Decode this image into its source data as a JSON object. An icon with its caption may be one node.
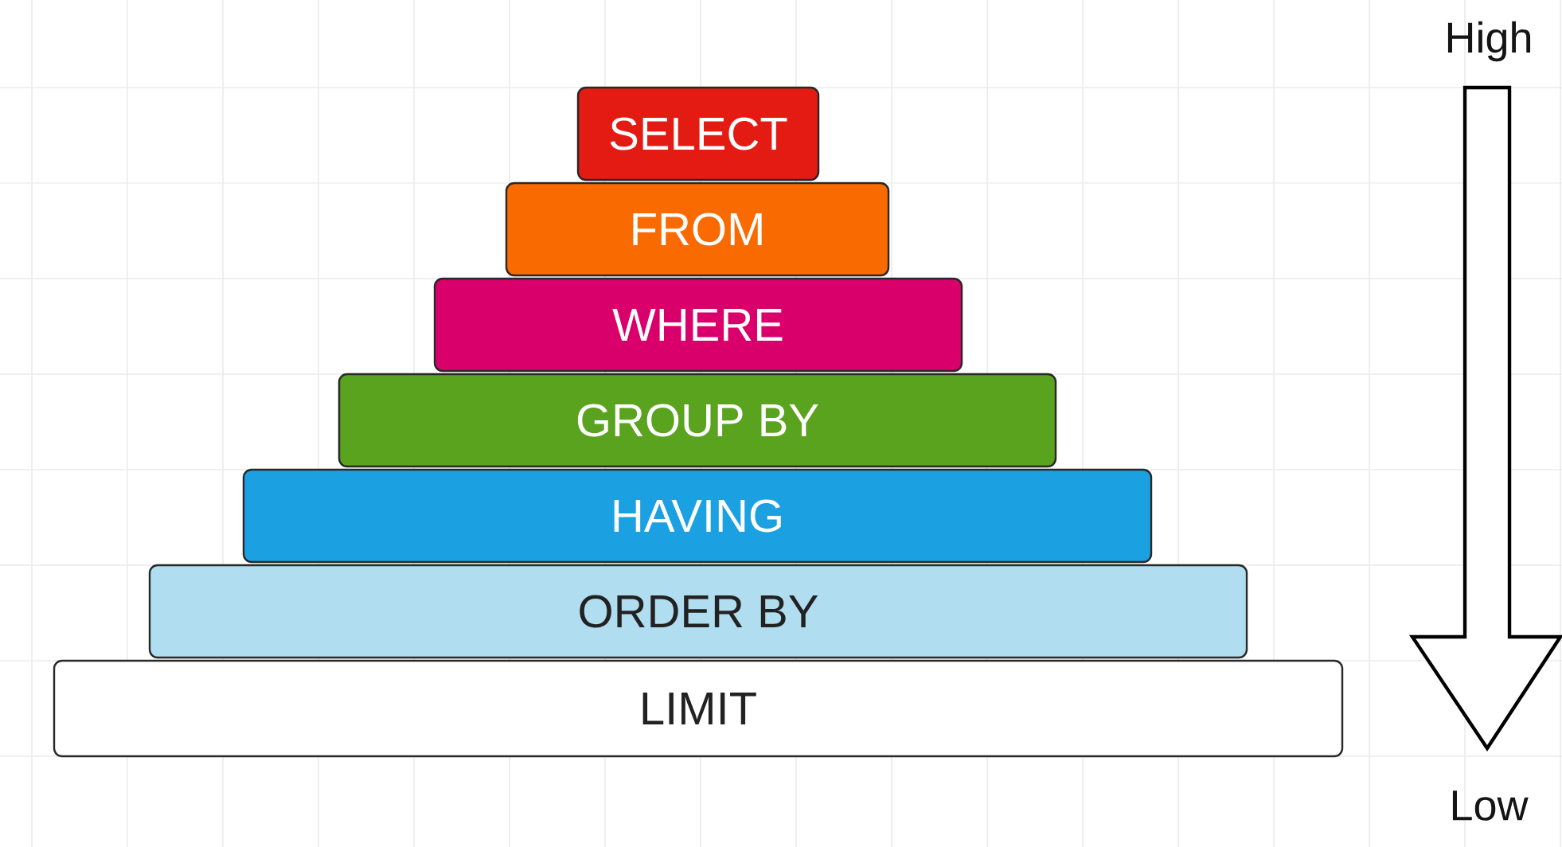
{
  "diagram": {
    "nodes": [
      {
        "text": [
          "SELECT"
        ]
      },
      {
        "text": [
          "FROM"
        ]
      },
      {
        "text": [
          "WHERE"
        ]
      },
      {
        "text": [
          "GROUP BY"
        ]
      },
      {
        "text": [
          "HAVING"
        ]
      },
      {
        "text": [
          "ORDER BY"
        ]
      },
      {
        "text": [
          "LIMIT"
        ]
      }
    ],
    "labels": [
      "High",
      "Low"
    ]
  }
}
